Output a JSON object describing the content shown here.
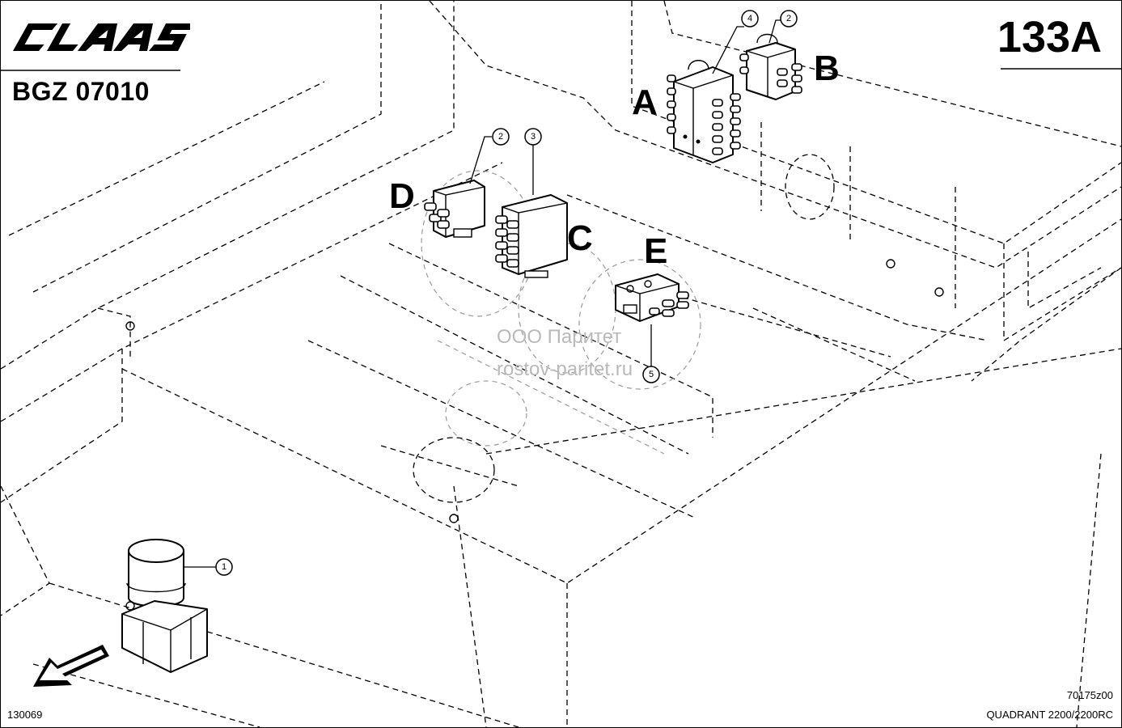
{
  "header": {
    "brand": "CLAAS",
    "group_code": "BGZ 07010",
    "page_number": "133A"
  },
  "labels": {
    "A": "A",
    "B": "B",
    "C": "C",
    "D": "D",
    "E": "E"
  },
  "callouts": [
    {
      "id": "c1",
      "text": "1"
    },
    {
      "id": "c2a",
      "text": "2"
    },
    {
      "id": "c2b",
      "text": "2"
    },
    {
      "id": "c3",
      "text": "3"
    },
    {
      "id": "c4",
      "text": "4"
    },
    {
      "id": "c5",
      "text": "5"
    }
  ],
  "watermark": {
    "line1": "ООО Паритет",
    "line2": "rostov-paritet.ru"
  },
  "footer": {
    "drawing_number": "70175z00",
    "model": "QUADRANT 2200/2200RC",
    "reference": "130069"
  },
  "colors": {
    "ink": "#000000",
    "watermark": "#b9b9b9",
    "paper": "#ffffff"
  }
}
